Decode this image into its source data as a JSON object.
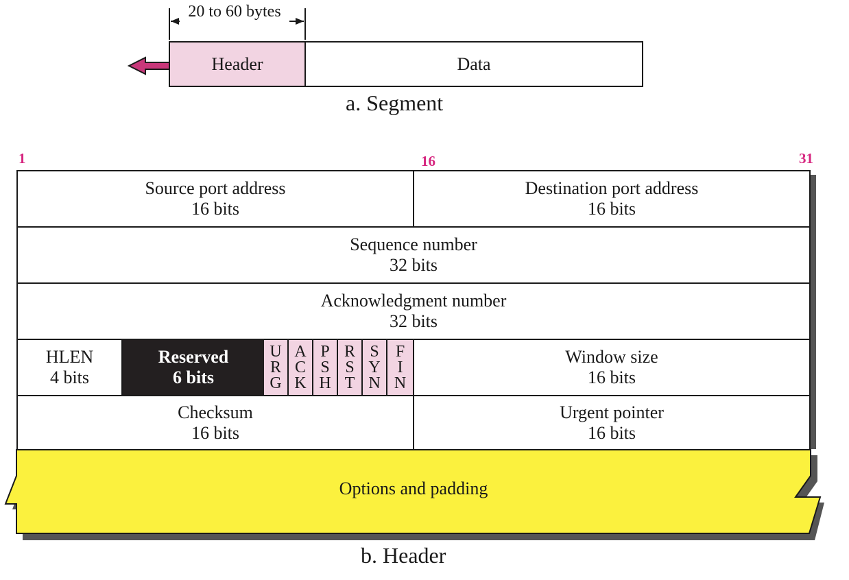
{
  "segment": {
    "size_label": "20 to 60 bytes",
    "header_label": "Header",
    "data_label": "Data",
    "caption": "a. Segment"
  },
  "bit_numbers": {
    "start": "1",
    "middle": "16",
    "end": "31"
  },
  "header": {
    "source_port": {
      "name": "Source port address",
      "size": "16 bits"
    },
    "dest_port": {
      "name": "Destination port address",
      "size": "16 bits"
    },
    "sequence": {
      "name": "Sequence number",
      "size": "32 bits"
    },
    "ack": {
      "name": "Acknowledgment number",
      "size": "32 bits"
    },
    "hlen": {
      "name": "HLEN",
      "size": "4 bits"
    },
    "reserved": {
      "name": "Reserved",
      "size": "6 bits"
    },
    "flags": [
      {
        "letters": [
          "U",
          "R",
          "G"
        ]
      },
      {
        "letters": [
          "A",
          "C",
          "K"
        ]
      },
      {
        "letters": [
          "P",
          "S",
          "H"
        ]
      },
      {
        "letters": [
          "R",
          "S",
          "T"
        ]
      },
      {
        "letters": [
          "S",
          "Y",
          "N"
        ]
      },
      {
        "letters": [
          "F",
          "I",
          "N"
        ]
      }
    ],
    "window": {
      "name": "Window size",
      "size": "16 bits"
    },
    "checksum": {
      "name": "Checksum",
      "size": "16 bits"
    },
    "urgent": {
      "name": "Urgent pointer",
      "size": "16 bits"
    },
    "options": {
      "name": "Options and padding"
    },
    "caption": "b. Header"
  },
  "colors": {
    "header_fill": "#f2d4e2",
    "arrow": "#c8387a",
    "bit_numbers": "#d6257f",
    "options_fill": "#fbf13e",
    "reserved_fill": "#231f20"
  }
}
